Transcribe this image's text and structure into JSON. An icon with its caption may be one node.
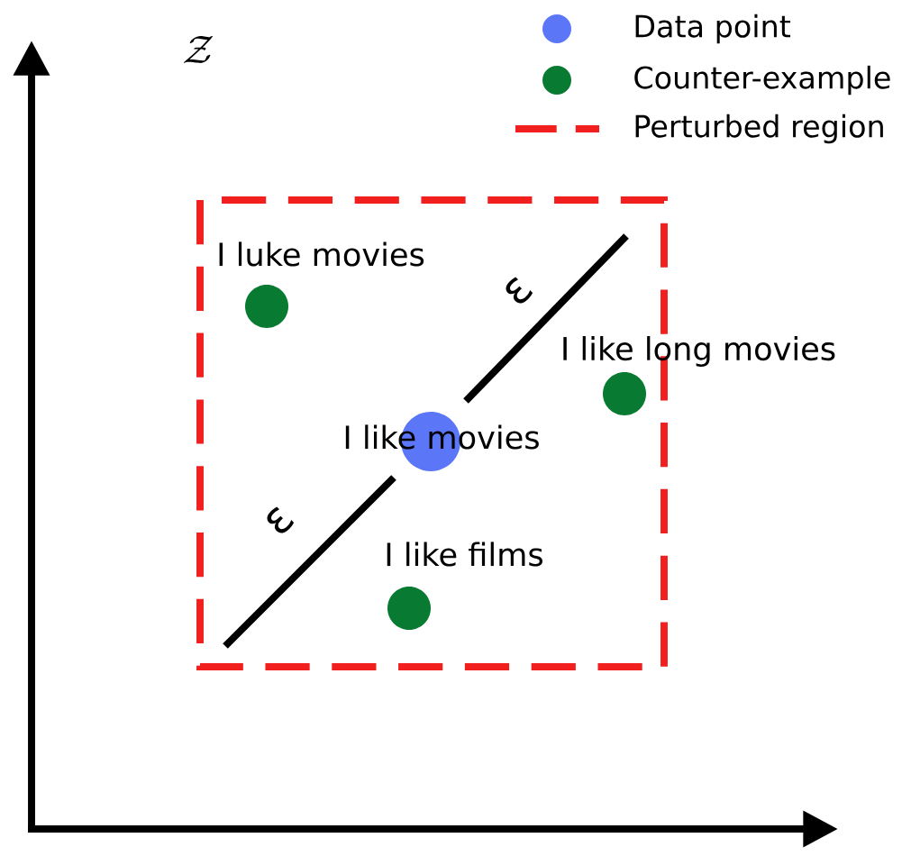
{
  "diagram": {
    "nodes": [
      {
        "text": [
          "I like movies"
        ]
      },
      {
        "text": [],
        "shape": "circle",
        "beside": [
          "I luke movies"
        ]
      },
      {
        "text": [],
        "shape": "circle",
        "beside": [
          "I like long movies"
        ]
      },
      {
        "text": [],
        "shape": "circle",
        "beside": [
          "I like films"
        ]
      }
    ],
    "labels": [
      "\\mathcal{Z}",
      "ε",
      "ε"
    ],
    "legend": [
      {
        "text": "Data point",
        "color": "#5b76f7"
      },
      {
        "text": "Counter-example",
        "color": "#087a32"
      },
      {
        "text": "Perturbed region"
      }
    ]
  }
}
